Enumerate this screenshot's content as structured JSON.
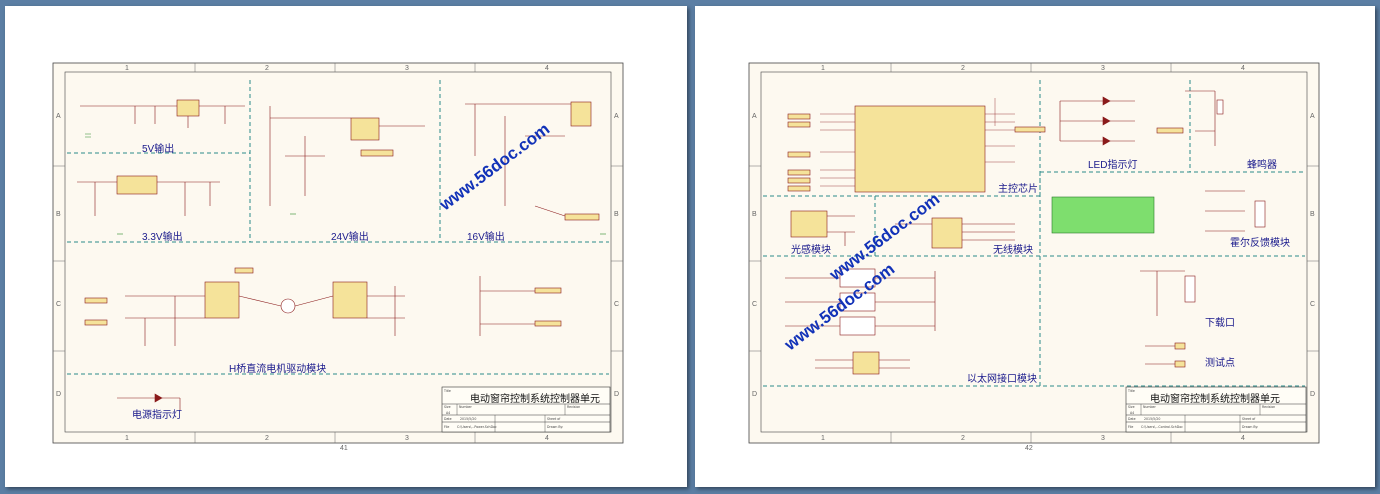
{
  "viewer": {
    "background_color": "#5b7ea4"
  },
  "left_page": {
    "page_number": "41",
    "sections": [
      {
        "label": "5V输出"
      },
      {
        "label": "24V输出"
      },
      {
        "label": "16V输出"
      },
      {
        "label": "3.3V输出"
      },
      {
        "label": "H桥直流电机驱动模块"
      },
      {
        "label": "电源指示灯"
      }
    ],
    "title_block": {
      "title_caption": "Title",
      "title": "电动窗帘控制系统控制器单元",
      "size_caption": "Size",
      "size": "A4",
      "number_caption": "Number",
      "revision_caption": "Revision",
      "date_caption": "Date",
      "date": "2015/5/20",
      "sheet_caption": "Sheet  of",
      "file_caption": "File",
      "file": "C:\\Users\\...Power.SchDoc",
      "drawn_caption": "Drawn By:"
    },
    "column_markers": [
      "1",
      "2",
      "3",
      "4"
    ],
    "row_markers": [
      "A",
      "B",
      "C",
      "D"
    ]
  },
  "right_page": {
    "page_number": "42",
    "sections": [
      {
        "label": "主控芯片"
      },
      {
        "label": "LED指示灯"
      },
      {
        "label": "蜂鸣器"
      },
      {
        "label": "光感模块"
      },
      {
        "label": "无线模块"
      },
      {
        "label": "霍尔反馈模块"
      },
      {
        "label": "下载口"
      },
      {
        "label": "以太网接口模块"
      },
      {
        "label": "测试点"
      }
    ],
    "title_block": {
      "title_caption": "Title",
      "title": "电动窗帘控制系统控制器单元",
      "size_caption": "Size",
      "size": "A4",
      "number_caption": "Number",
      "revision_caption": "Revision",
      "date_caption": "Date",
      "date": "2015/5/20",
      "sheet_caption": "Sheet  of",
      "file_caption": "File",
      "file": "C:\\Users\\...Control.SchDoc",
      "drawn_caption": "Drawn By:"
    },
    "column_markers": [
      "1",
      "2",
      "3",
      "4"
    ],
    "row_markers": [
      "A",
      "B",
      "C",
      "D"
    ]
  },
  "watermark": "www.56doc.com"
}
